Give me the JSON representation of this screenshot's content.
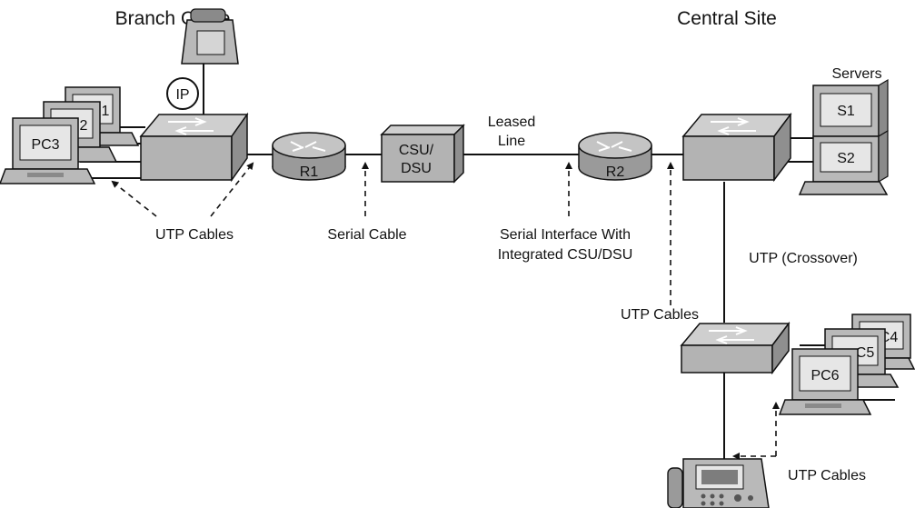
{
  "sites": {
    "branch": "Branch Office",
    "central": "Central Site"
  },
  "devices": {
    "r1": "R1",
    "r2": "R2",
    "csu_line1": "CSU/",
    "csu_line2": "DSU",
    "ip_phone_badge": "IP",
    "servers_heading": "Servers",
    "s1": "S1",
    "s2": "S2",
    "pc1_fragment": "1",
    "pc2_fragment": "2",
    "pc3": "PC3",
    "pc4_fragment": "C4",
    "pc5_fragment": "C5",
    "pc6": "PC6"
  },
  "captions": {
    "utp_branch": "UTP Cables",
    "serial_cable": "Serial Cable",
    "leased_line_1": "Leased",
    "leased_line_2": "Line",
    "serial_iface_1": "Serial Interface With",
    "serial_iface_2": "Integrated CSU/DSU",
    "utp_crossover": "UTP (Crossover)",
    "utp_central": "UTP Cables",
    "utp_phone": "UTP Cables"
  },
  "colors": {
    "device_fill": "#b9b9b9",
    "device_dark": "#8a8a8a",
    "screen": "#e6e6e6",
    "line": "#111111"
  }
}
